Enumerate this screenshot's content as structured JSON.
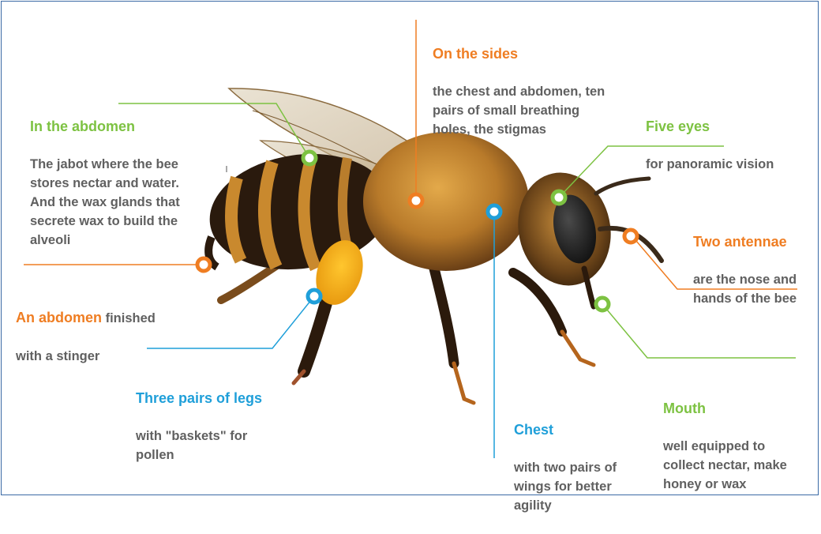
{
  "callouts": {
    "in_abdomen": {
      "title": "In the abdomen",
      "text": "The jabot where the bee\nstores nectar and water.\nAnd the wax glands that\nsecrete wax to build the\nalveoli"
    },
    "on_sides": {
      "title": "On the sides",
      "text": "the chest and abdomen, ten\npairs of small breathing\nholes, the stigmas"
    },
    "five_eyes": {
      "title": "Five eyes",
      "text": "for panoramic vision"
    },
    "two_antennae": {
      "title": "Two antennae",
      "text": "are the nose and\nhands of the bee"
    },
    "abdomen_stinger": {
      "title": "An abdomen",
      "text_inline": " finished",
      "text": "with a stinger"
    },
    "three_legs": {
      "title": "Three pairs of legs",
      "text": "with \"baskets\" for\npollen"
    },
    "chest": {
      "title": "Chest",
      "text": " with two pairs of\nwings for better\nagility"
    },
    "mouth": {
      "title": "Mouth",
      "text": " well equipped to\ncollect nectar, make\nhoney or wax"
    }
  },
  "colors": {
    "green": "#7dc242",
    "orange": "#ef7d22",
    "blue": "#1f9fd9",
    "body_text": "#606060"
  }
}
